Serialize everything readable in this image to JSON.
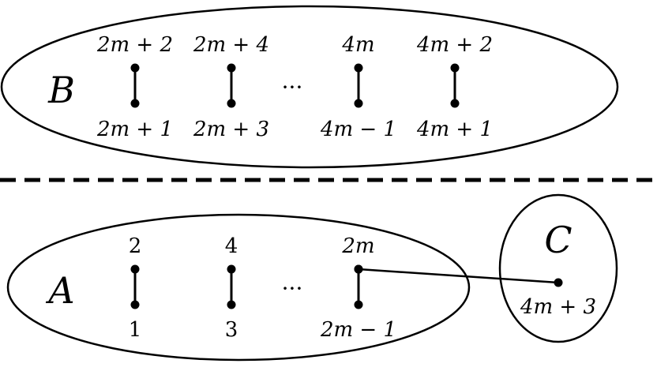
{
  "sets": {
    "B": {
      "label": "B",
      "pairs": [
        {
          "top": "2m + 2",
          "bottom": "2m + 1"
        },
        {
          "top": "2m + 4",
          "bottom": "2m + 3"
        },
        {
          "top": "4m",
          "bottom": "4m − 1"
        },
        {
          "top": "4m + 2",
          "bottom": "4m + 1"
        }
      ],
      "ellipsis": "···"
    },
    "A": {
      "label": "A",
      "pairs": [
        {
          "top": "2",
          "bottom": "1"
        },
        {
          "top": "4",
          "bottom": "3"
        },
        {
          "top": "2m",
          "bottom": "2m − 1"
        }
      ],
      "ellipsis": "···"
    },
    "C": {
      "label": "C",
      "vertex": "4m + 3"
    }
  },
  "colors": {
    "stroke": "#000000",
    "background": "#ffffff"
  }
}
